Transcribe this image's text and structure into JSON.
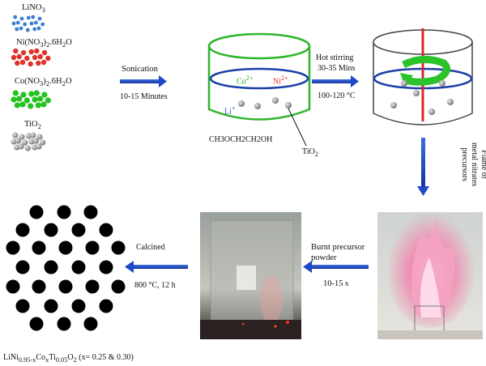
{
  "reagents": [
    {
      "formula": "LiNO3",
      "color": "#3a7fd0"
    },
    {
      "formula": "Ni(NO3)2.6H2O",
      "color": "#e0322a"
    },
    {
      "formula": "Co(NO3)2.6H2O",
      "color": "#22c21f"
    },
    {
      "formula": "TiO2",
      "color": "#8a8d90"
    }
  ],
  "steps": {
    "sonication": {
      "label": "Sonication",
      "time": "10-15 Minutes"
    },
    "hot_stirring": {
      "label_line1": "Hot stirring",
      "label_line2": "30-35 Mins",
      "temp": "100-120 °C"
    },
    "flame": {
      "line1": "Flame of",
      "line2": "metal nitrates",
      "line3": "precursors"
    },
    "burnt": {
      "line1": "Burnt precursor",
      "line2": "powder",
      "time": "10-15 s"
    },
    "calcined": {
      "label": "Calcined",
      "cond": "800 °C, 12 h"
    }
  },
  "solution": {
    "ion_co": "Co2+",
    "ion_ni": "Ni2+",
    "ion_li": "Li+",
    "solvent": "CH3OCH2CH2OH",
    "tio2": "TiO2",
    "ion_co_color": "#22b01f",
    "ion_ni_color": "#e0322a",
    "ion_li_color": "#2a56c8"
  },
  "product": {
    "formula": "LiNi0.95-xCoxTi0.05O2",
    "note": "(x= 0.25 & 0.30)"
  },
  "colors": {
    "beaker_outline": "#2fb52c",
    "solution_blue": "#1a3fa8",
    "arrow_blue": "#1d49c8",
    "stirrer_red": "#d62828",
    "stirrer_green": "#2cc22a"
  }
}
